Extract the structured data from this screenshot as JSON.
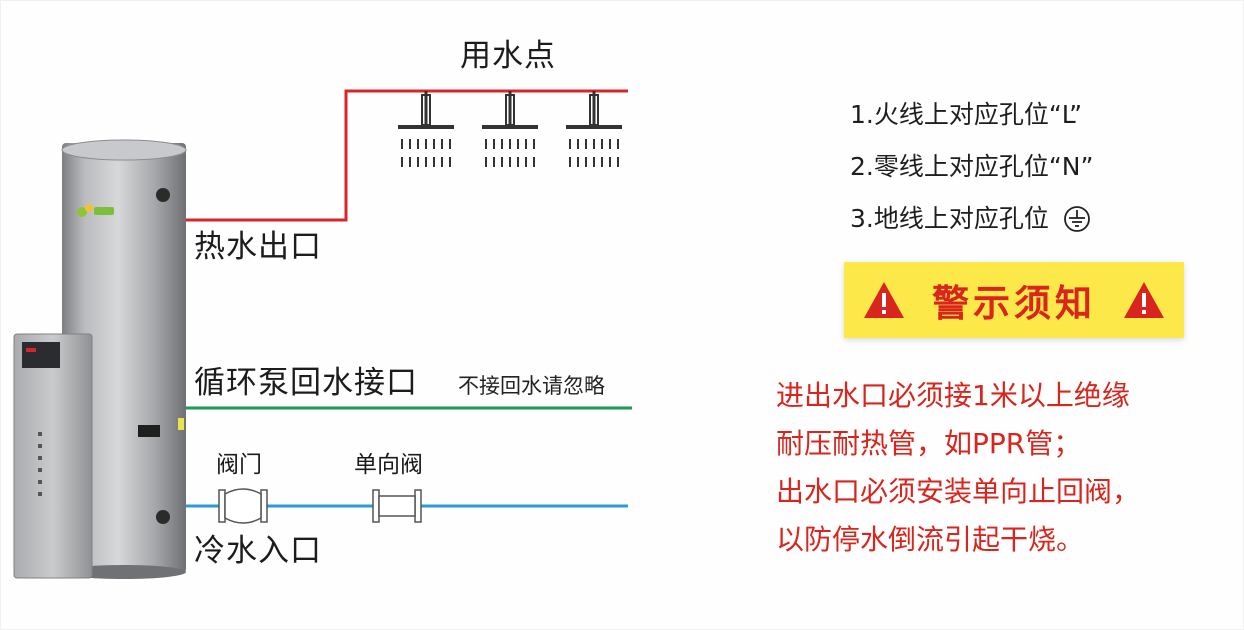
{
  "labels": {
    "water_points": "用水点",
    "hot_outlet": "热水出口",
    "circ_inlet": "循环泵回水接口",
    "circ_note": "不接回水请忽略",
    "valve": "阀门",
    "check_valve": "单向阀",
    "cold_inlet": "冷水入口"
  },
  "notes": [
    "1.火线上对应孔位“L”",
    "2.零线上对应孔位“N”",
    "3.地线上对应孔位"
  ],
  "warning": {
    "title": "警示须知",
    "lines": [
      "进出水口必须接1米以上绝缘",
      "耐压耐热管，如PPR管；",
      "出水口必须安装单向止回阀，",
      "以防停水倒流引起干烧。"
    ]
  },
  "icons": {
    "ground": "ground-symbol-icon",
    "warning": "warning-triangle-icon",
    "shower": "shower-head-icon",
    "valve": "valve-icon"
  },
  "colors": {
    "hot_pipe": "#d8252a",
    "circ_pipe": "#1f9a55",
    "cold_pipe": "#2a9bd6",
    "warning_bg": "#fde84a",
    "warning_text": "#d8251d"
  }
}
